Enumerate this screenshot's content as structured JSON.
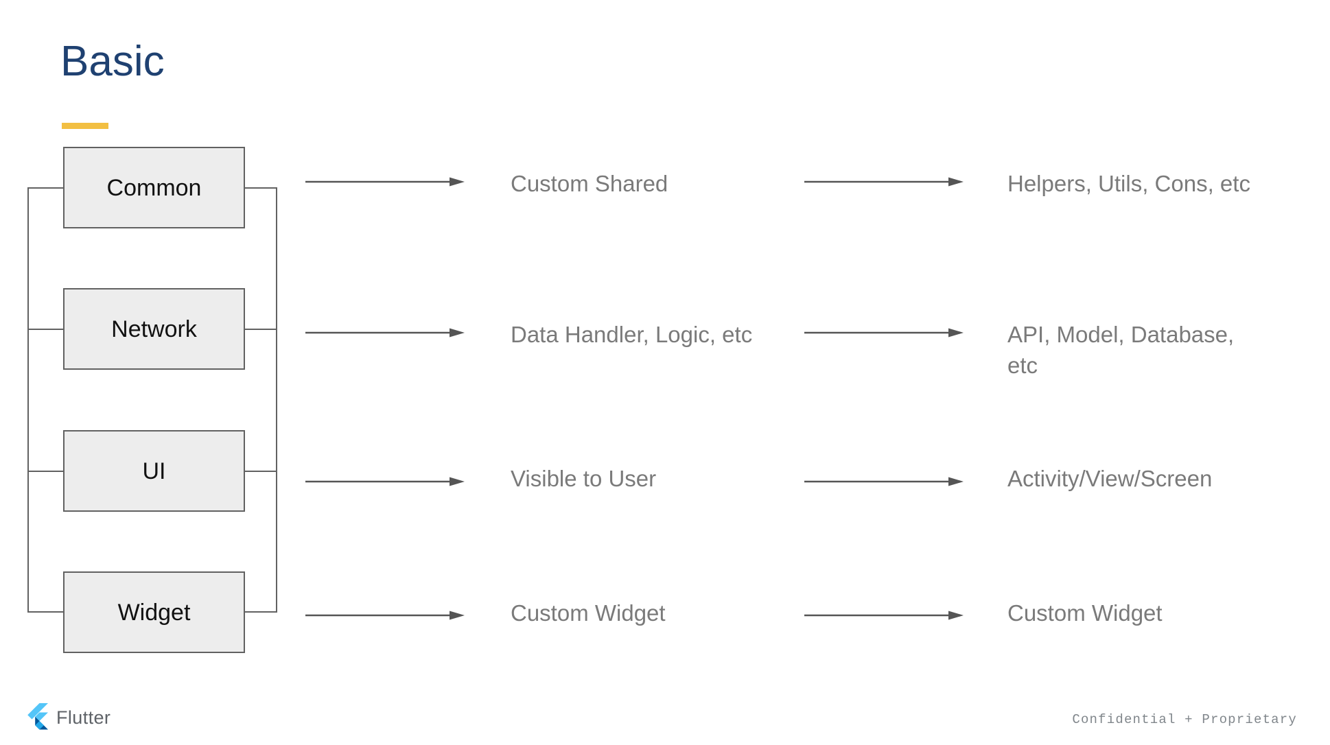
{
  "slide": {
    "title": "Basic",
    "title_color": "#1f4171",
    "accent_rule_color": "#f2bf42",
    "background": "#ffffff"
  },
  "diagram": {
    "box_fill": "#ededed",
    "box_border": "#616161",
    "connector_color": "#616161",
    "text_color": "#7a7a7a",
    "rows": [
      {
        "node": "Common",
        "middle": "Custom Shared",
        "right": "Helpers, Utils, Cons, etc"
      },
      {
        "node": "Network",
        "middle": "Data Handler, Logic, etc",
        "right": "API, Model, Database, etc"
      },
      {
        "node": "UI",
        "middle": "Visible to User",
        "right": "Activity/View/Screen"
      },
      {
        "node": "Widget",
        "middle": "Custom Widget",
        "right": "Custom Widget"
      }
    ]
  },
  "footer": {
    "brand": "Flutter",
    "confidential": "Confidential + Proprietary",
    "brand_color": "#5f6368",
    "logo_light": "#54c5f8",
    "logo_mid": "#42a5f5",
    "logo_dark": "#01579b"
  }
}
